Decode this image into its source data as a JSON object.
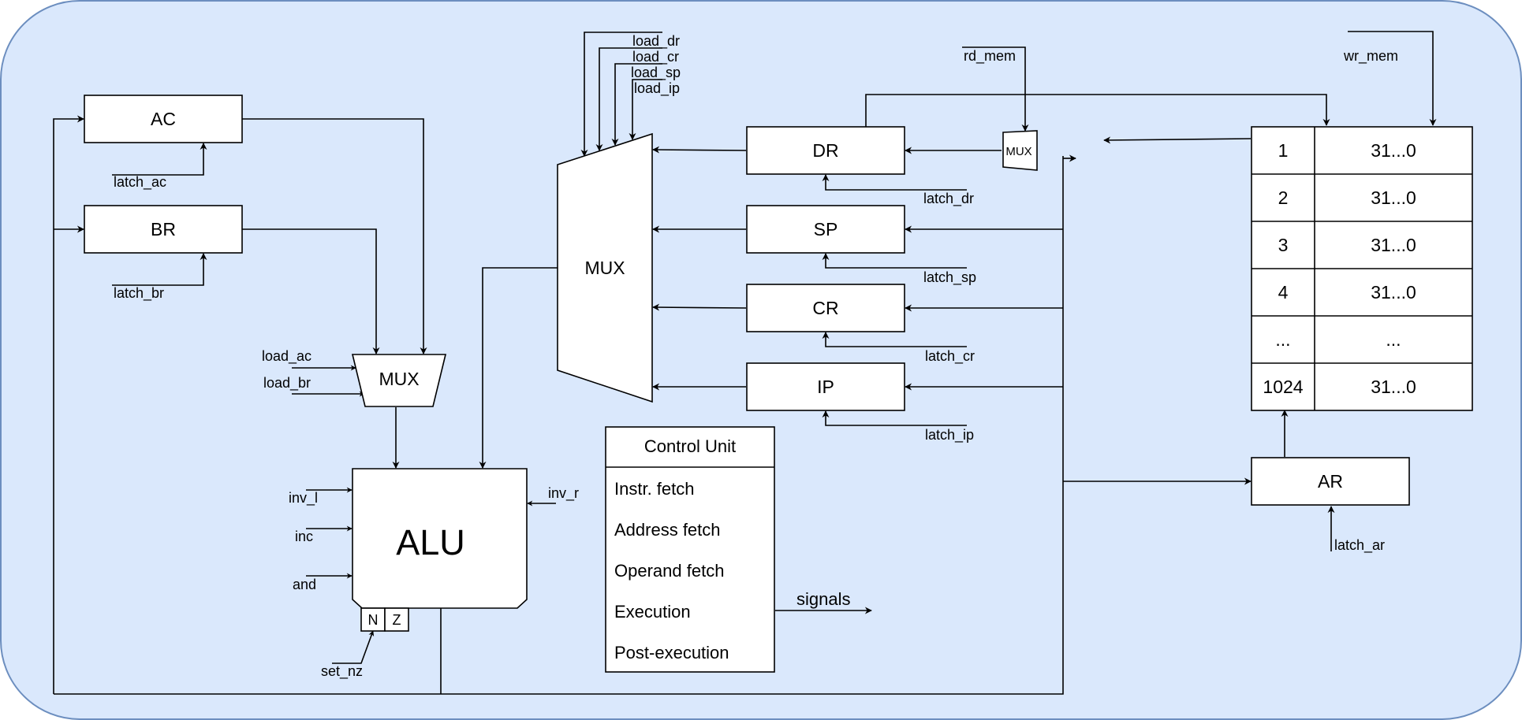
{
  "colors": {
    "background": "#dae8fc",
    "border": "#6c8ebf",
    "stroke": "#000000",
    "box_fill": "#ffffff"
  },
  "registers": {
    "ac": "AC",
    "br": "BR",
    "dr": "DR",
    "sp": "SP",
    "cr": "CR",
    "ip": "IP",
    "ar": "AR"
  },
  "mux": {
    "alu_input": "MUX",
    "main": "MUX",
    "mem_data": "MUX"
  },
  "alu": {
    "label": "ALU",
    "flag_n": "N",
    "flag_z": "Z"
  },
  "signals": {
    "latch_ac": "latch_ac",
    "latch_br": "latch_br",
    "load_ac": "load_ac",
    "load_br": "load_br",
    "inv_l": "inv_l",
    "inc": "inc",
    "and": "and",
    "inv_r": "inv_r",
    "set_nz": "set_nz",
    "load_dr": "load_dr",
    "load_cr": "load_cr",
    "load_sp": "load_sp",
    "load_ip": "load_ip",
    "latch_dr": "latch_dr",
    "latch_sp": "latch_sp",
    "latch_cr": "latch_cr",
    "latch_ip": "latch_ip",
    "rd_mem": "rd_mem",
    "wr_mem": "wr_mem",
    "latch_ar": "latch_ar"
  },
  "control_unit": {
    "title": "Control Unit",
    "stages": [
      "Instr. fetch",
      "Address fetch",
      "Operand fetch",
      "Execution",
      "Post-execution"
    ],
    "output": "signals"
  },
  "memory": {
    "rows": [
      {
        "addr": "1",
        "bits": "31...0"
      },
      {
        "addr": "2",
        "bits": "31...0"
      },
      {
        "addr": "3",
        "bits": "31...0"
      },
      {
        "addr": "4",
        "bits": "31...0"
      },
      {
        "addr": "...",
        "bits": "..."
      },
      {
        "addr": "1024",
        "bits": "31...0"
      }
    ]
  }
}
